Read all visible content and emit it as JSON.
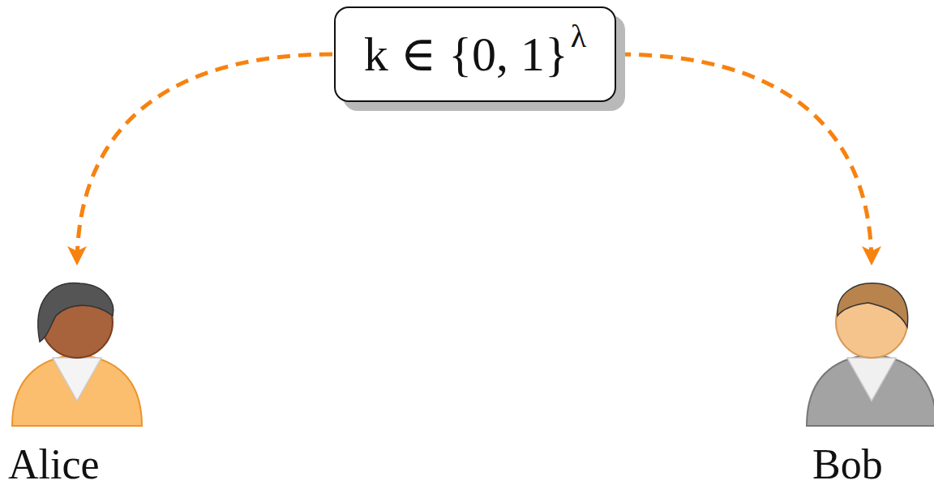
{
  "diagram": {
    "nodes": [
      {
        "text": [
          "k ∈ {0, 1}",
          "λ"
        ]
      },
      {
        "text": [
          "Alice"
        ]
      },
      {
        "text": [
          "Bob"
        ]
      }
    ],
    "edges": [
      {
        "from": 0,
        "to": 1,
        "arrow": "to"
      },
      {
        "from": 0,
        "to": 2,
        "arrow": "to"
      }
    ]
  }
}
